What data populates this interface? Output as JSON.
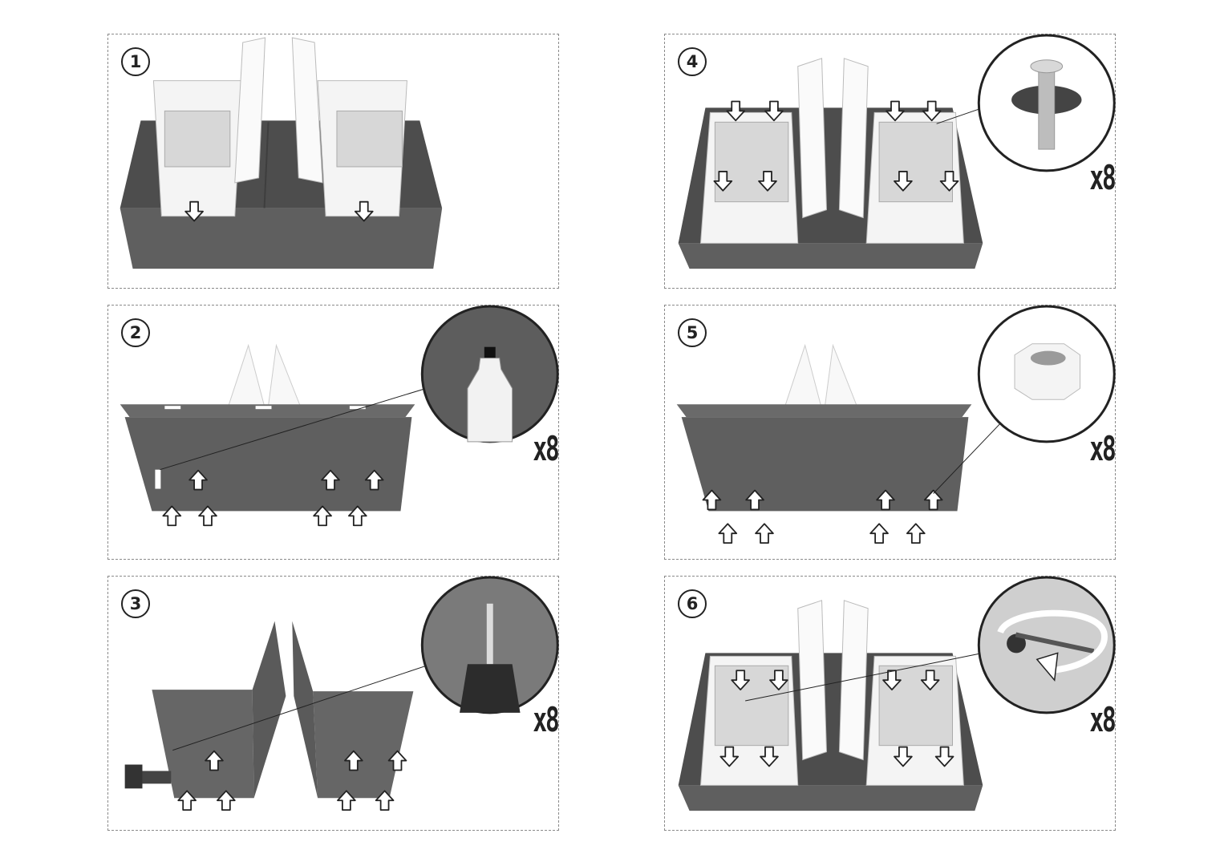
{
  "steps": [
    {
      "number": "1",
      "quantity": ""
    },
    {
      "number": "2",
      "quantity": "x8"
    },
    {
      "number": "3",
      "quantity": "x8"
    },
    {
      "number": "4",
      "quantity": "x8"
    },
    {
      "number": "5",
      "quantity": "x8"
    },
    {
      "number": "6",
      "quantity": "x8"
    }
  ],
  "colors": {
    "metal": "#5f5f5f",
    "metal_dark": "#4a4a4a",
    "bin": "#f2f2f2",
    "bin_lid": "#d7d7d7",
    "ink": "#222222"
  },
  "icons": [
    "arrow-up-icon",
    "arrow-down-icon",
    "drill-icon",
    "bolt-washer-icon",
    "hex-nut-icon",
    "rotate-arrow-icon",
    "marker-pen-icon"
  ]
}
